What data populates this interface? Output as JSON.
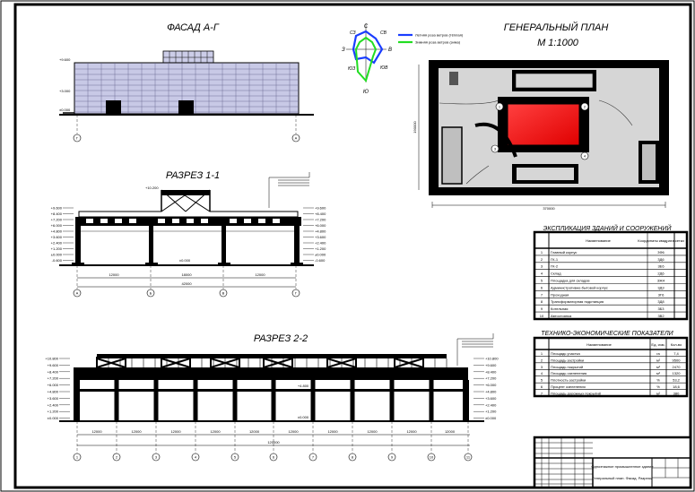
{
  "titles": {
    "facade": "ФАСАД А-Г",
    "section1": "РАЗРЕЗ 1-1",
    "section2": "РАЗРЕЗ 2-2",
    "plan_title": "ГЕНЕРАЛЬНЫЙ ПЛАН",
    "plan_scale": "М 1:1000",
    "buildings_table": "ЭКСПЛИКАЦИЯ ЗДАНИЙ И СООРУЖЕНИЙ",
    "tep_table": "ТЕХНИКО-ЭКОНОМИЧЕСКИЕ ПОКАЗАТЕЛИ"
  },
  "wind_rose": {
    "directions": {
      "n": "С",
      "s": "Ю",
      "e": "В",
      "w": "З",
      "nw": "СЗ",
      "ne": "СВ",
      "sw": "ЮЗ",
      "se": "ЮВ"
    },
    "legend": [
      "Летняя роза ветров (тёплая)",
      "Зимняя роза ветров (зима)"
    ],
    "colors": {
      "summer": "#1a3dff",
      "winter": "#22dd22"
    }
  },
  "facade": {
    "axis_labels": [
      "Г",
      "А"
    ],
    "levels": [
      "+9.600",
      "+3.000",
      "±0.000"
    ]
  },
  "section1": {
    "axis_labels": [
      "А",
      "Б",
      "В",
      "Г"
    ],
    "spans": [
      "12000",
      "18000",
      "12000"
    ],
    "total": "42000",
    "marks": [
      "+10.200",
      "+9.600",
      "+8.400",
      "+7.200",
      "+6.000",
      "+4.800",
      "+3.600",
      "+2.400",
      "+1.200",
      "±0.000",
      "-0.600"
    ]
  },
  "section2": {
    "axis_labels": [
      "1",
      "2",
      "3",
      "4",
      "5",
      "6",
      "7",
      "8",
      "9",
      "10",
      "11"
    ],
    "spans": [
      "12000",
      "12000",
      "12000",
      "12000",
      "12000",
      "12000",
      "12000",
      "12000",
      "12000",
      "12000"
    ],
    "total": "120000",
    "marks": [
      "+10.800",
      "+9.600",
      "+8.400",
      "+7.200",
      "+6.000",
      "+4.800",
      "+3.600",
      "+2.400",
      "+1.200",
      "±0.000"
    ]
  },
  "plan": {
    "dim_bottom": "370000",
    "dim_left": "190000",
    "points": [
      "1",
      "2",
      "3",
      "4"
    ],
    "colors": {
      "building": "#ff1e1e",
      "ground": "#d6d6d6",
      "border": "#000000"
    }
  },
  "buildings_table": {
    "headers": [
      "Наименование",
      "Координаты квадрата сетки"
    ],
    "rows": [
      [
        "1",
        "Главный корпус",
        "3Ф6"
      ],
      [
        "2",
        "ГК-1",
        "3Д6"
      ],
      [
        "3",
        "ГК-2",
        "3Е6"
      ],
      [
        "4",
        "Склад",
        "2Д6"
      ],
      [
        "5",
        "Площадка для складов",
        "3Ж4"
      ],
      [
        "6",
        "Административно-бытовой корпус",
        "3Д3"
      ],
      [
        "7",
        "Проходная",
        "3Г6"
      ],
      [
        "8",
        "Трансформаторная подстанция",
        "3Д8"
      ],
      [
        "9",
        "Котельная",
        "3Б3"
      ],
      [
        "10",
        "Автостоянка",
        "3В2"
      ]
    ]
  },
  "tep_table": {
    "headers": [
      "Наименование",
      "Ед. изм.",
      "Кол-во"
    ],
    "rows": [
      [
        "1",
        "Площадь участка",
        "га",
        "7,4"
      ],
      [
        "2",
        "Площадь застройки",
        "м²",
        "9500"
      ],
      [
        "3",
        "Площадь покрытий",
        "м²",
        "2470"
      ],
      [
        "4",
        "Площадь озеленения",
        "м²",
        "1320"
      ],
      [
        "5",
        "Плотность застройки",
        "%",
        "53,2"
      ],
      [
        "6",
        "Процент озеленения",
        "%",
        "18,6"
      ],
      [
        "7",
        "Площадь дорожных покрытий",
        "м²",
        "380"
      ]
    ]
  },
  "stamp": {
    "title": "Одноэтажное промышленное здание",
    "subtitle": "Генеральный план. Фасад. Разрезы"
  }
}
